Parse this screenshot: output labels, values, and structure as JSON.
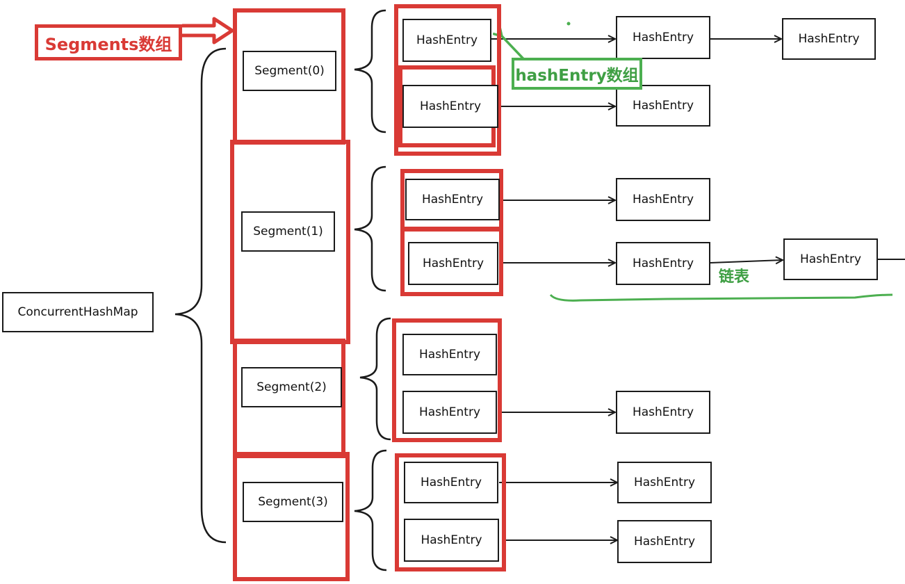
{
  "root": {
    "label": "ConcurrentHashMap"
  },
  "segments": [
    {
      "label": "Segment(0)"
    },
    {
      "label": "Segment(1)"
    },
    {
      "label": "Segment(2)"
    },
    {
      "label": "Segment(3)"
    }
  ],
  "entries": {
    "label": "HashEntry",
    "seg0": {
      "e0": "HashEntry",
      "e1": "HashEntry",
      "c0a": "HashEntry",
      "c0b": "HashEntry",
      "c1a": "HashEntry"
    },
    "seg1": {
      "e0": "HashEntry",
      "e1": "HashEntry",
      "c0a": "HashEntry",
      "c1a": "HashEntry",
      "c1b": "HashEntry"
    },
    "seg2": {
      "e0": "HashEntry",
      "e1": "HashEntry",
      "c1a": "HashEntry"
    },
    "seg3": {
      "e0": "HashEntry",
      "e1": "HashEntry",
      "c0a": "HashEntry",
      "c1a": "HashEntry"
    }
  },
  "annotations": {
    "segments_array": "Segments数组",
    "hashentry_array": "hashEntry数组",
    "linked_list": "链表"
  },
  "colors": {
    "highlight_red": "#d93a35",
    "annotation_green": "#4caf50",
    "line": "#1a1a1a"
  }
}
